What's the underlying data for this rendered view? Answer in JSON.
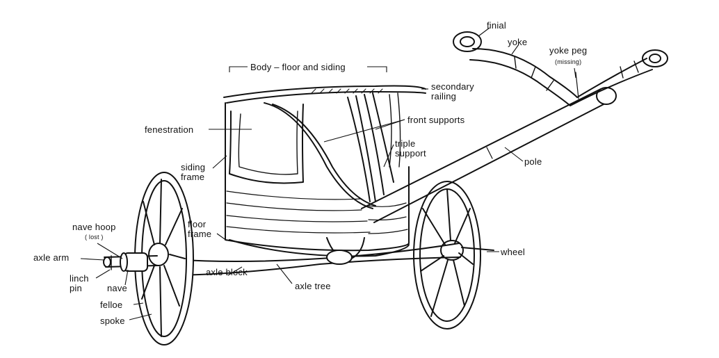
{
  "labels": {
    "body": "Body – floor and siding",
    "secondary_railing": [
      "secondary",
      "railing"
    ],
    "front_supports": "front supports",
    "triple_support": [
      "triple",
      "support"
    ],
    "fenestration": "fenestration",
    "siding_frame": [
      "siding",
      "frame"
    ],
    "floor_frame": [
      "floor",
      "frame"
    ],
    "nave_hoop": "nave hoop",
    "nave_hoop_note": "( lost )",
    "axle_arm": "axle arm",
    "linch_pin": [
      "linch",
      "pin"
    ],
    "nave": "nave",
    "felloe": "felloe",
    "spoke": "spoke",
    "axle_block": "axle block",
    "axle_tree": "axle tree",
    "wheel": "wheel",
    "pole": "pole",
    "finial": "finial",
    "yoke": "yoke",
    "yoke_peg": "yoke peg",
    "yoke_peg_note": "(missing)"
  },
  "colors": {
    "ink": "#111111",
    "paper": "#ffffff"
  }
}
